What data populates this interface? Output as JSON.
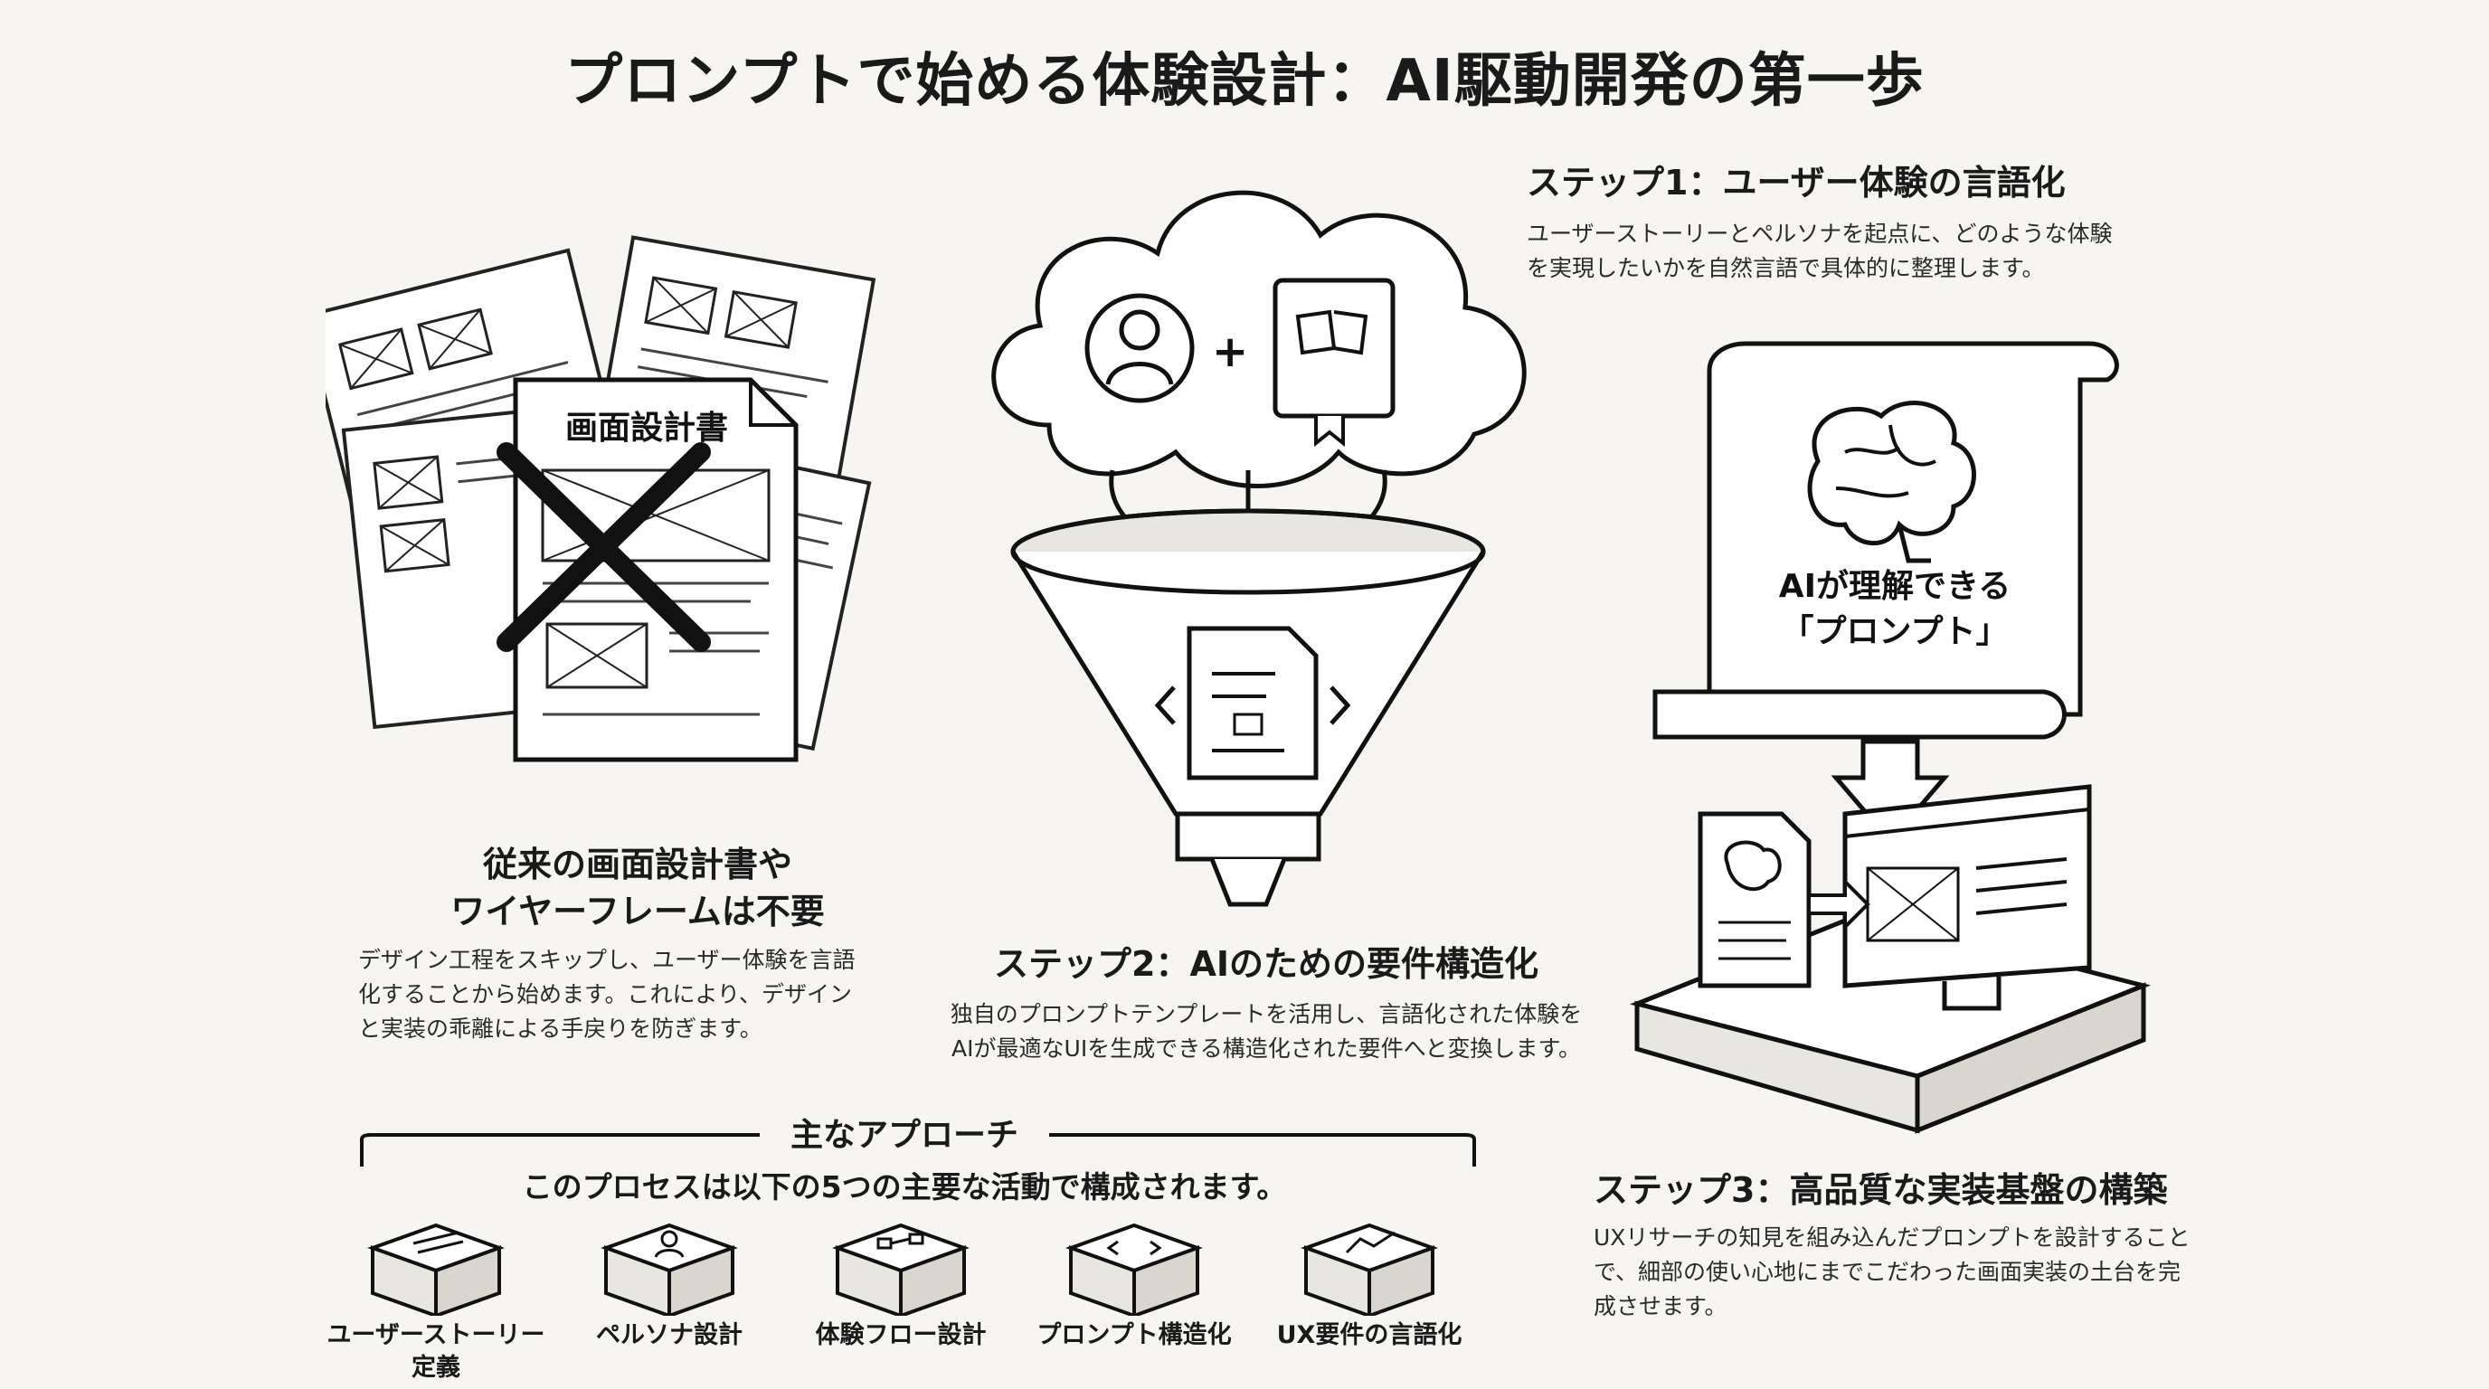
{
  "title": "プロンプトで始める体験設計：AI駆動開発の第一歩",
  "legacy": {
    "doc_label": "画面設計書",
    "heading_line1": "従来の画面設計書や",
    "heading_line2": "ワイヤーフレームは不要",
    "desc": "デザイン工程をスキップし、ユーザー体験を言語化することから始めます。これにより、デザインと実装の乖離による手戻りを防ぎます。"
  },
  "step1": {
    "heading": "ステップ1：ユーザー体験の言語化",
    "desc": "ユーザーストーリーとペルソナを起点に、どのような体験を実現したいかを自然言語で具体的に整理します。"
  },
  "step2": {
    "heading": "ステップ2：AIのための要件構造化",
    "desc": "独自のプロンプトテンプレートを活用し、言語化された体験をAIが最適なUIを生成できる構造化された要件へと変換します。"
  },
  "step3": {
    "heading": "ステップ3：高品質な実装基盤の構築",
    "desc": "UXリサーチの知見を組み込んだプロンプトを設計することで、細部の使い心地にまでこだわった画面実装の土台を完成させます。"
  },
  "scroll": {
    "line1": "AIが理解できる",
    "line2": "「プロンプト」"
  },
  "approach": {
    "title": "主なアプローチ",
    "subtitle": "このプロセスは以下の5つの主要な活動で構成されます。",
    "activities": [
      {
        "label": "ユーザーストーリー定義",
        "icon": "document-box-icon"
      },
      {
        "label": "ペルソナ設計",
        "icon": "person-box-icon"
      },
      {
        "label": "体験フロー設計",
        "icon": "flow-box-icon"
      },
      {
        "label": "プロンプト構造化",
        "icon": "code-box-icon"
      },
      {
        "label": "UX要件の言語化",
        "icon": "chart-box-icon"
      }
    ]
  },
  "colors": {
    "ink": "#1a1a1a",
    "paper": "#ffffff",
    "background": "#f6f5f1"
  }
}
